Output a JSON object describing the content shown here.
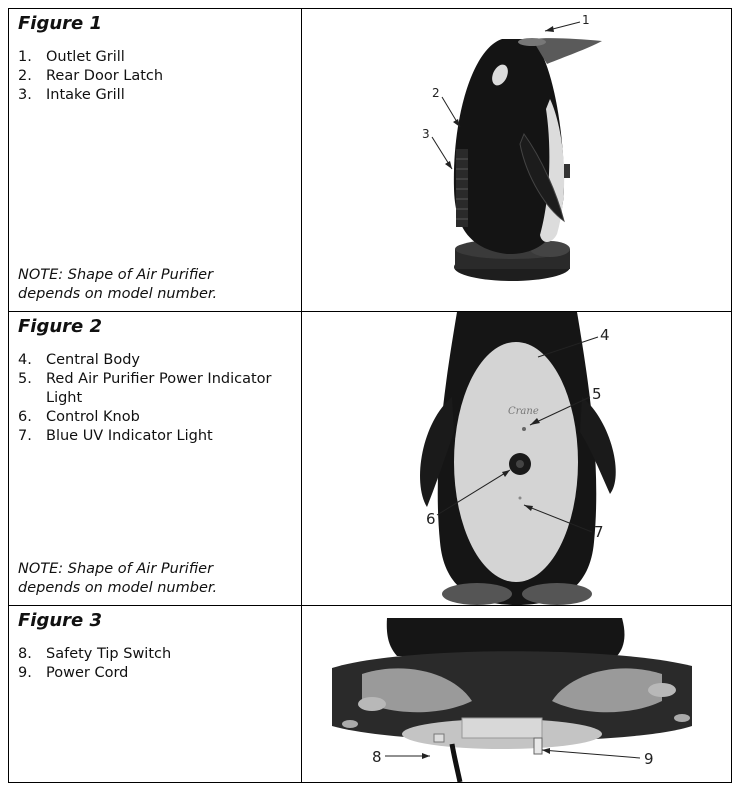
{
  "figures": [
    {
      "title": "Figure 1",
      "items": [
        {
          "num": "1.",
          "label": "Outlet Grill"
        },
        {
          "num": "2.",
          "label": "Rear Door Latch"
        },
        {
          "num": "3.",
          "label": "Intake Grill"
        }
      ],
      "note": "NOTE: Shape of Air Purifier\ndepends on model number.",
      "callouts": [
        "1",
        "2",
        "3"
      ]
    },
    {
      "title": "Figure 2",
      "items": [
        {
          "num": "4.",
          "label": "Central Body"
        },
        {
          "num": "5.",
          "label": "Red Air Purifier Power Indicator Light"
        },
        {
          "num": "6.",
          "label": "Control Knob"
        },
        {
          "num": "7.",
          "label": "Blue  UV Indicator Light"
        }
      ],
      "note": "NOTE: Shape of Air Purifier\ndepends on model number.",
      "callouts": [
        "4",
        "5",
        "6",
        "7"
      ],
      "brand_text": "Crane"
    },
    {
      "title": "Figure 3",
      "items": [
        {
          "num": "8.",
          "label": "Safety Tip Switch"
        },
        {
          "num": "9.",
          "label": "Power Cord"
        }
      ],
      "callouts": [
        "8",
        "9"
      ]
    }
  ]
}
